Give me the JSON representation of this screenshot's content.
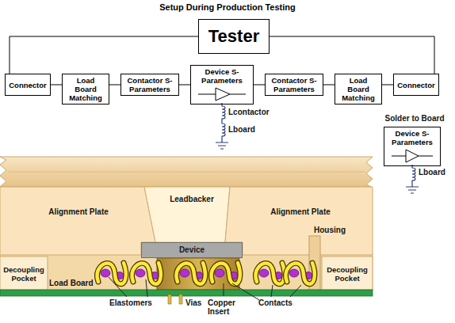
{
  "diagram": {
    "title": "Setup During Production Testing",
    "nodes": [
      {
        "text": [
          "Tester"
        ]
      },
      {
        "text": [
          "Connector"
        ]
      },
      {
        "text": [
          "Load Board Matching"
        ]
      },
      {
        "text": [
          "Contactor S-Parameters"
        ]
      },
      {
        "text": [
          "Device S-Parameters"
        ]
      },
      {
        "text": [
          "Contactor S-Parameters"
        ]
      },
      {
        "text": [
          "Load Board Matching"
        ]
      },
      {
        "text": [
          "Connector"
        ]
      },
      {
        "text": [
          "Device S-Parameters"
        ]
      },
      {
        "text": [
          "Device"
        ]
      }
    ],
    "edges": [
      {
        "from": 0,
        "to": 1,
        "arrow": "none"
      },
      {
        "from": 0,
        "to": 7,
        "arrow": "none"
      },
      {
        "from": 1,
        "to": 2,
        "arrow": "none"
      },
      {
        "from": 2,
        "to": 3,
        "arrow": "none"
      },
      {
        "from": 3,
        "to": 4,
        "arrow": "none"
      },
      {
        "from": 4,
        "to": 5,
        "arrow": "none"
      },
      {
        "from": 5,
        "to": 6,
        "arrow": "none"
      },
      {
        "from": 6,
        "to": 7,
        "arrow": "none"
      }
    ],
    "labels": [
      "Lcontactor",
      "Lboard",
      "Solder to Board",
      "Lboard",
      "Alignment Plate",
      "Leadbacker",
      "Alignment Plate",
      "Housing",
      "Decoupling Pocket",
      "Decoupling Pocket",
      "Load Board",
      "Elastomers",
      "Vias",
      "Copper Insert",
      "Contacts"
    ]
  }
}
